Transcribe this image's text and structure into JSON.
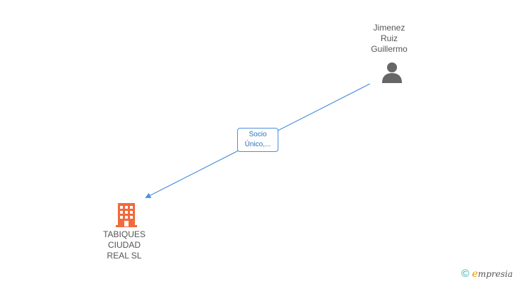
{
  "person": {
    "name": "Jimenez\nRuiz\nGuillermo",
    "icon": "person-icon"
  },
  "company": {
    "name": "TABIQUES\nCIUDAD\nREAL SL",
    "icon": "building-icon",
    "color": "#f26a3c"
  },
  "relation": {
    "line1": "Socio",
    "line2": "Único,...",
    "color": "#4a90d9"
  },
  "watermark": {
    "copyright": "©",
    "brand_first": "e",
    "brand_rest": "mpresia",
    "brand_color": "#f29100"
  }
}
